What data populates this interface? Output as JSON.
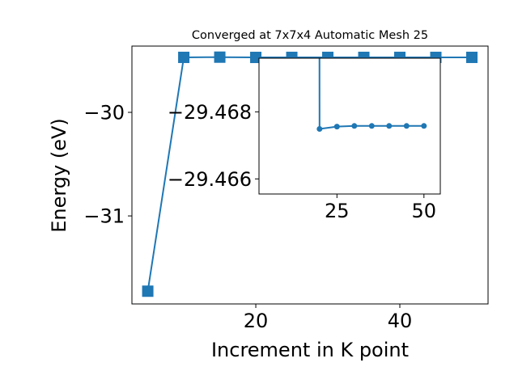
{
  "chart_data": {
    "type": "line",
    "title": "Converged at 7x7x4 Automatic Mesh 25",
    "xlabel": "Increment in K point",
    "ylabel": "Energy (eV)",
    "color": "#1f77b4",
    "main": {
      "x": [
        5,
        10,
        15,
        20,
        25,
        30,
        35,
        40,
        45,
        50
      ],
      "y": [
        -31.727,
        -29.469,
        -29.467,
        -29.4695,
        -29.469,
        -29.469,
        -29.469,
        -29.469,
        -29.469,
        -29.469
      ],
      "marker": "square",
      "xlim": [
        2.8,
        52.25
      ],
      "ylim": [
        -31.85,
        -29.36
      ],
      "xticks": [
        20,
        40
      ],
      "xtick_labels": [
        "20",
        "40"
      ],
      "yticks": [
        -30,
        -31
      ],
      "ytick_labels": [
        "−30",
        "−31"
      ]
    },
    "inset": {
      "x": [
        15,
        20,
        25,
        30,
        35,
        40,
        45,
        50
      ],
      "y": [
        -30.0,
        -29.46749,
        -29.46756,
        -29.46758,
        -29.46758,
        -29.46758,
        -29.46758,
        -29.46758
      ],
      "marker": "circle",
      "xlim": [
        2.6,
        54.7
      ],
      "ylim": [
        -29.4696,
        -29.46555
      ],
      "y_inverted": true,
      "xticks": [
        25,
        50
      ],
      "xtick_labels": [
        "25",
        "50"
      ],
      "yticks": [
        -29.468,
        -29.466
      ],
      "ytick_labels": [
        "−29.468",
        "−29.466"
      ]
    }
  }
}
